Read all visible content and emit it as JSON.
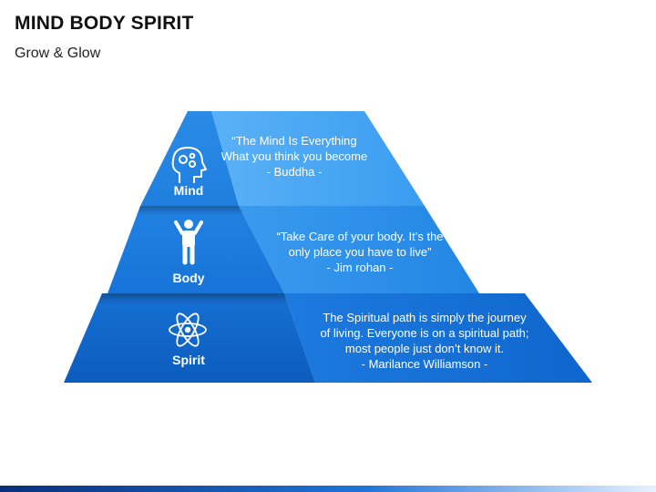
{
  "header": {
    "title": "MIND BODY SPIRIT",
    "subtitle": "Grow & Glow"
  },
  "levels": [
    {
      "label": "Mind",
      "icon": "head-gears-icon",
      "quote": [
        "“The Mind Is Everything",
        "What you think you become",
        "- Buddha -"
      ]
    },
    {
      "label": "Body",
      "icon": "person-arms-up-icon",
      "quote": [
        "“Take Care of your body. It’s the",
        "only place you have to live”",
        "- Jim rohan -"
      ]
    },
    {
      "label": "Spirit",
      "icon": "atom-icon",
      "quote": [
        "The Spiritual path is simply the journey",
        "of living. Everyone is on a spiritual path;",
        "most people just don’t know it.",
        "-  Marilance Williamson -"
      ]
    }
  ],
  "colors": {
    "light": "#3d9ef0",
    "mid": "#1a7ee0",
    "dark": "#0d63c4",
    "accent": "#0b2f7a"
  }
}
